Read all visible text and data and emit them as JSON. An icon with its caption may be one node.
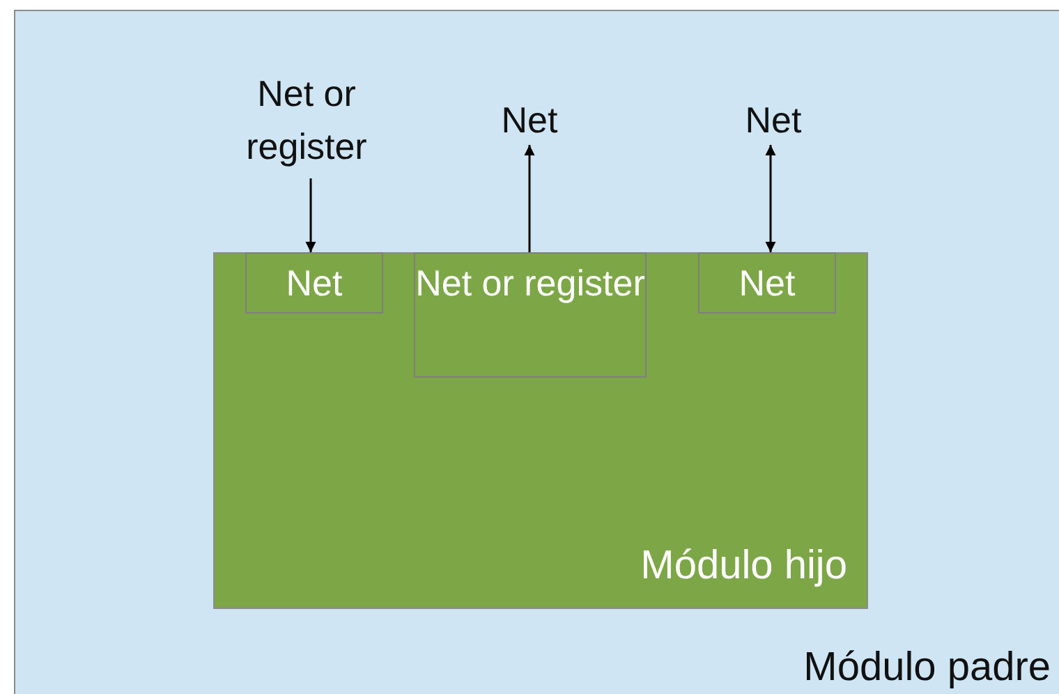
{
  "diagram": {
    "nodes": [
      {
        "text": [
          "Módulo padre"
        ]
      },
      {
        "text": [
          "Net or register"
        ],
        "in": 0
      },
      {
        "text": [
          "Net"
        ],
        "in": 0
      },
      {
        "text": [
          "Net"
        ],
        "in": 0
      },
      {
        "text": [
          "Módulo hijo"
        ],
        "in": 0
      },
      {
        "text": [
          "Net"
        ],
        "in": 4
      },
      {
        "text": [
          "Net or register"
        ],
        "in": 4
      },
      {
        "text": [
          "Net"
        ],
        "in": 4
      }
    ],
    "edges": [
      {
        "from": 1,
        "to": 5,
        "arrow": "to"
      },
      {
        "from": 6,
        "to": 2,
        "arrow": "to"
      },
      {
        "from": 7,
        "to": 3,
        "arrow": "both"
      }
    ]
  }
}
